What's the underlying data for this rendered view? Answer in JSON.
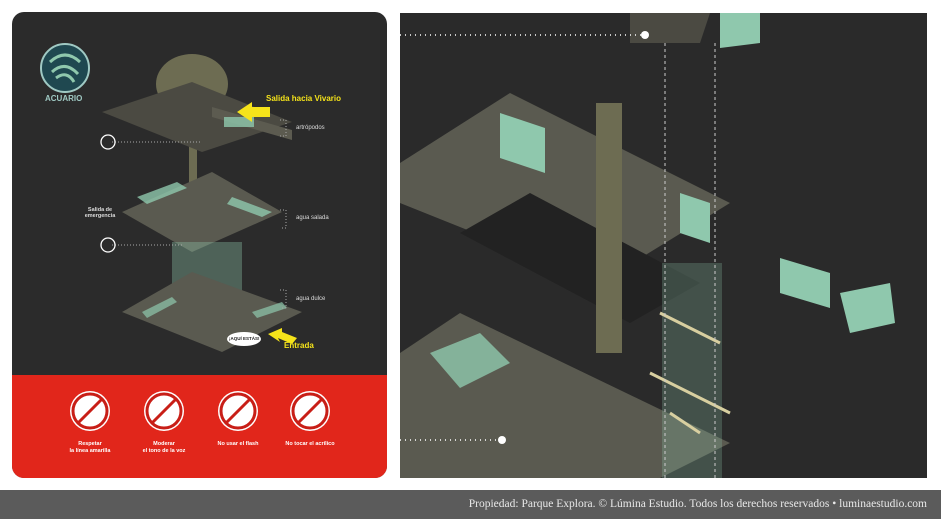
{
  "sign": {
    "logo_label": "ACUARIO",
    "exit_label": "Salida hacia Vivario",
    "entrance_label": "Entrada",
    "emergency_exit_label": "Salida de emergencia",
    "you_are_here": "¡AQUÍ ESTÁS!",
    "levels": [
      "artrópodos",
      "agua salada",
      "agua dulce"
    ],
    "rules": [
      {
        "icon": "no-crossing-line-icon",
        "label": "Respetar\nla línea amarilla"
      },
      {
        "icon": "no-loud-voice-icon",
        "label": "Moderar\nel tono de la voz"
      },
      {
        "icon": "no-flash-icon",
        "label": "No usar el flash"
      },
      {
        "icon": "no-touch-acrylic-icon",
        "label": "No tocar el acrílico"
      }
    ],
    "colors": {
      "accent": "#f5e31a",
      "red": "#e1261b",
      "panel": "#2b2b2b",
      "aqua": "#8fc8ad"
    }
  },
  "footer": {
    "credit": "Propiedad: Parque Explora. © Lúmina Estudio. Todos los derechos reservados  •  luminaestudio.com"
  }
}
